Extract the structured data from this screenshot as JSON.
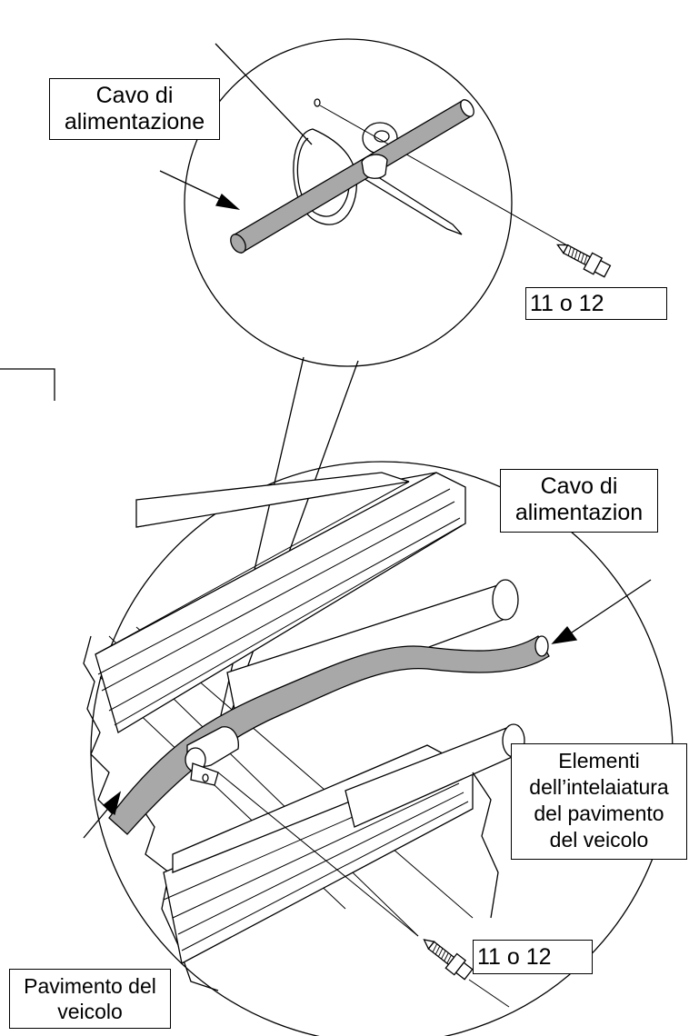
{
  "callouts": {
    "top_cable": {
      "line1": "Cavo di",
      "line2": "alimentazione"
    },
    "top_part_number": "11 o 12",
    "bottom_cable": {
      "line1": "Cavo di",
      "line2": "alimentazion"
    },
    "frame_members": {
      "line1": "Elementi",
      "line2": "dell’intelaiatura",
      "line3": "del pavimento",
      "line4": "del veicolo"
    },
    "floor": {
      "line1": "Pavimento del",
      "line2": "veicolo"
    },
    "bottom_part_number": "11 o 12"
  },
  "colors": {
    "line": "#000000",
    "cable_fill": "#a8a8a8",
    "background": "#ffffff"
  }
}
